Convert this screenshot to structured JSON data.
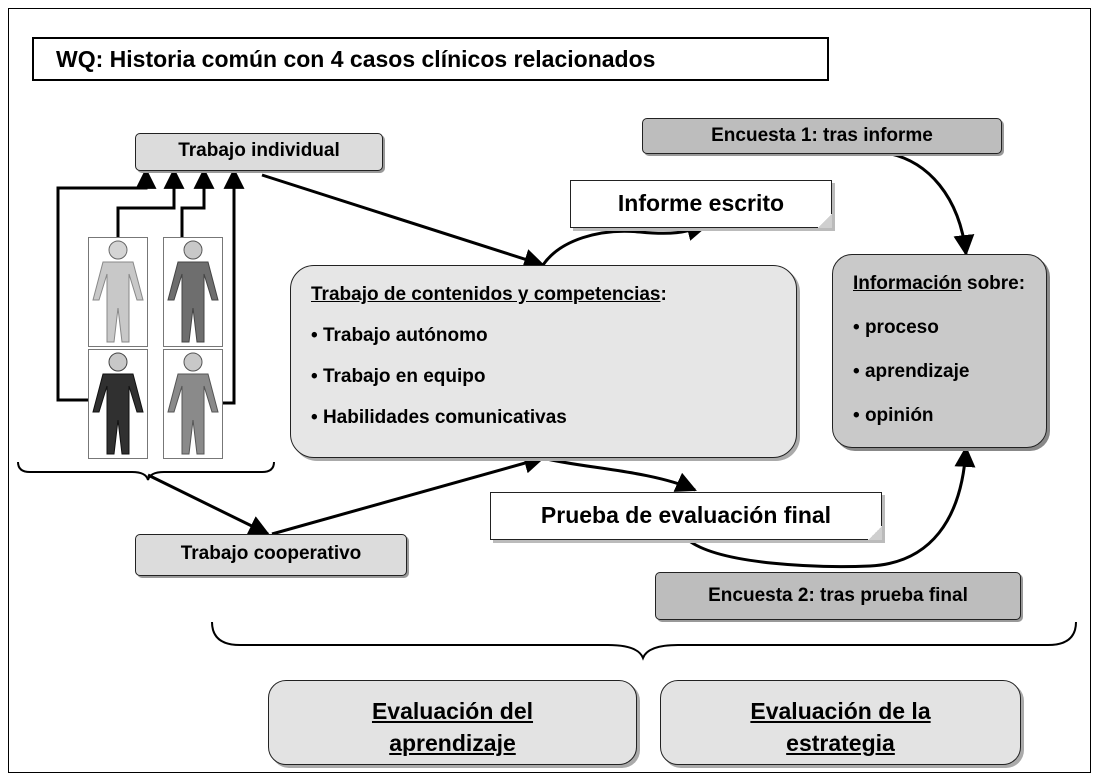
{
  "title": "WQ: Historia común con 4 casos clínicos relacionados",
  "labels": {
    "trabajo_individual": "Trabajo individual",
    "trabajo_cooperativo": "Trabajo cooperativo",
    "informe_escrito": "Informe escrito",
    "prueba_final": "Prueba de evaluación final",
    "encuesta1": "Encuesta 1: tras informe",
    "encuesta2": "Encuesta 2: tras prueba final"
  },
  "contenidos": {
    "heading": "Trabajo de contenidos y competencias",
    "heading_suffix": ":",
    "items": [
      "Trabajo autónomo",
      "Trabajo en equipo",
      "Habilidades comunicativas"
    ]
  },
  "informacion": {
    "heading_underlined": "Información",
    "heading_rest": " sobre:",
    "items": [
      "proceso",
      "aprendizaje",
      "opinión"
    ]
  },
  "evaluaciones": {
    "aprendizaje_line1": "Evaluación del",
    "aprendizaje_line2": "aprendizaje",
    "estrategia_line1": "Evaluación de la",
    "estrategia_line2": "estrategia"
  },
  "colors": {
    "figure_light": "#c8c8c8",
    "figure_darkgray": "#6e6e6e",
    "figure_black": "#303030",
    "figure_mid": "#8a8a8a",
    "tag_fill": "#dcdcdc",
    "encuesta_fill": "#bdbdbd",
    "info_fill": "#c9c9c9"
  }
}
